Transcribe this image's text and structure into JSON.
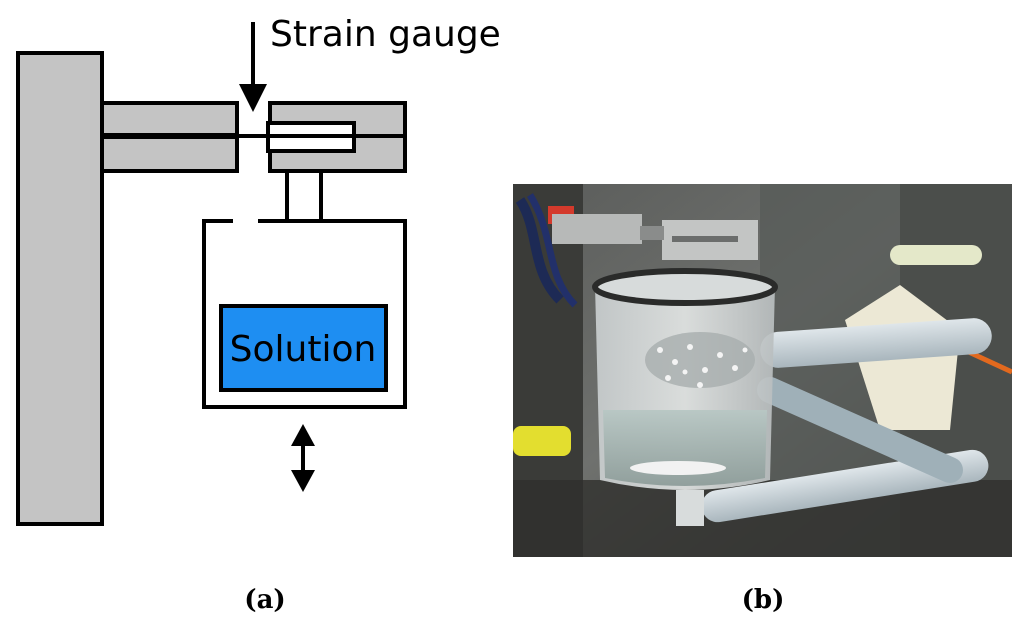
{
  "panel_a": {
    "annotation_label": "Strain gauge",
    "solution_label": "Solution",
    "caption": "(a)",
    "colors": {
      "frame_gray": "#c4c4c4",
      "solution_blue": "#1e8ef2",
      "outline": "#000000"
    }
  },
  "panel_b": {
    "caption": "(b)",
    "photo_subject": "translucent cup with solution hanging from strain gauge bracket"
  }
}
